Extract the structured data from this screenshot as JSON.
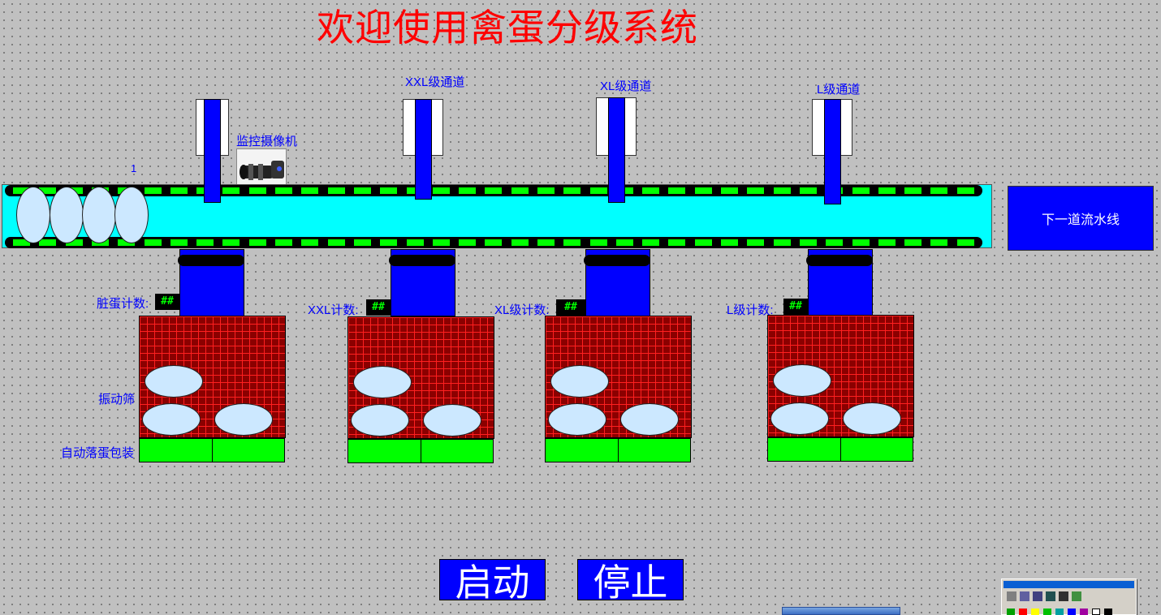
{
  "title": "欢迎使用禽蛋分级系统",
  "egg_counter_label": "1",
  "camera_label": "监控摄像机",
  "channels": {
    "xxl": "XXL级通道",
    "xl": "XL级通道",
    "l": "L级通道"
  },
  "next_line": "下一道流水线",
  "counters": {
    "dirty_label": "脏蛋计数:",
    "xxl_label": "XXL计数:",
    "xl_label": "XL级计数:",
    "l_label": "L级计数:",
    "value": "##"
  },
  "side_labels": {
    "vibrating_screen": "振动筛",
    "auto_packing": "自动落蛋包装"
  },
  "buttons": {
    "start": "启动",
    "stop": "停止"
  },
  "colors": {
    "title": "#ff0000",
    "conveyor": "#00ffff",
    "chain_link": "#00ff00",
    "actuator": "#0000ff",
    "bin_grid": "#8b0000",
    "packing": "#00ff00",
    "label_text": "#0000ff"
  }
}
